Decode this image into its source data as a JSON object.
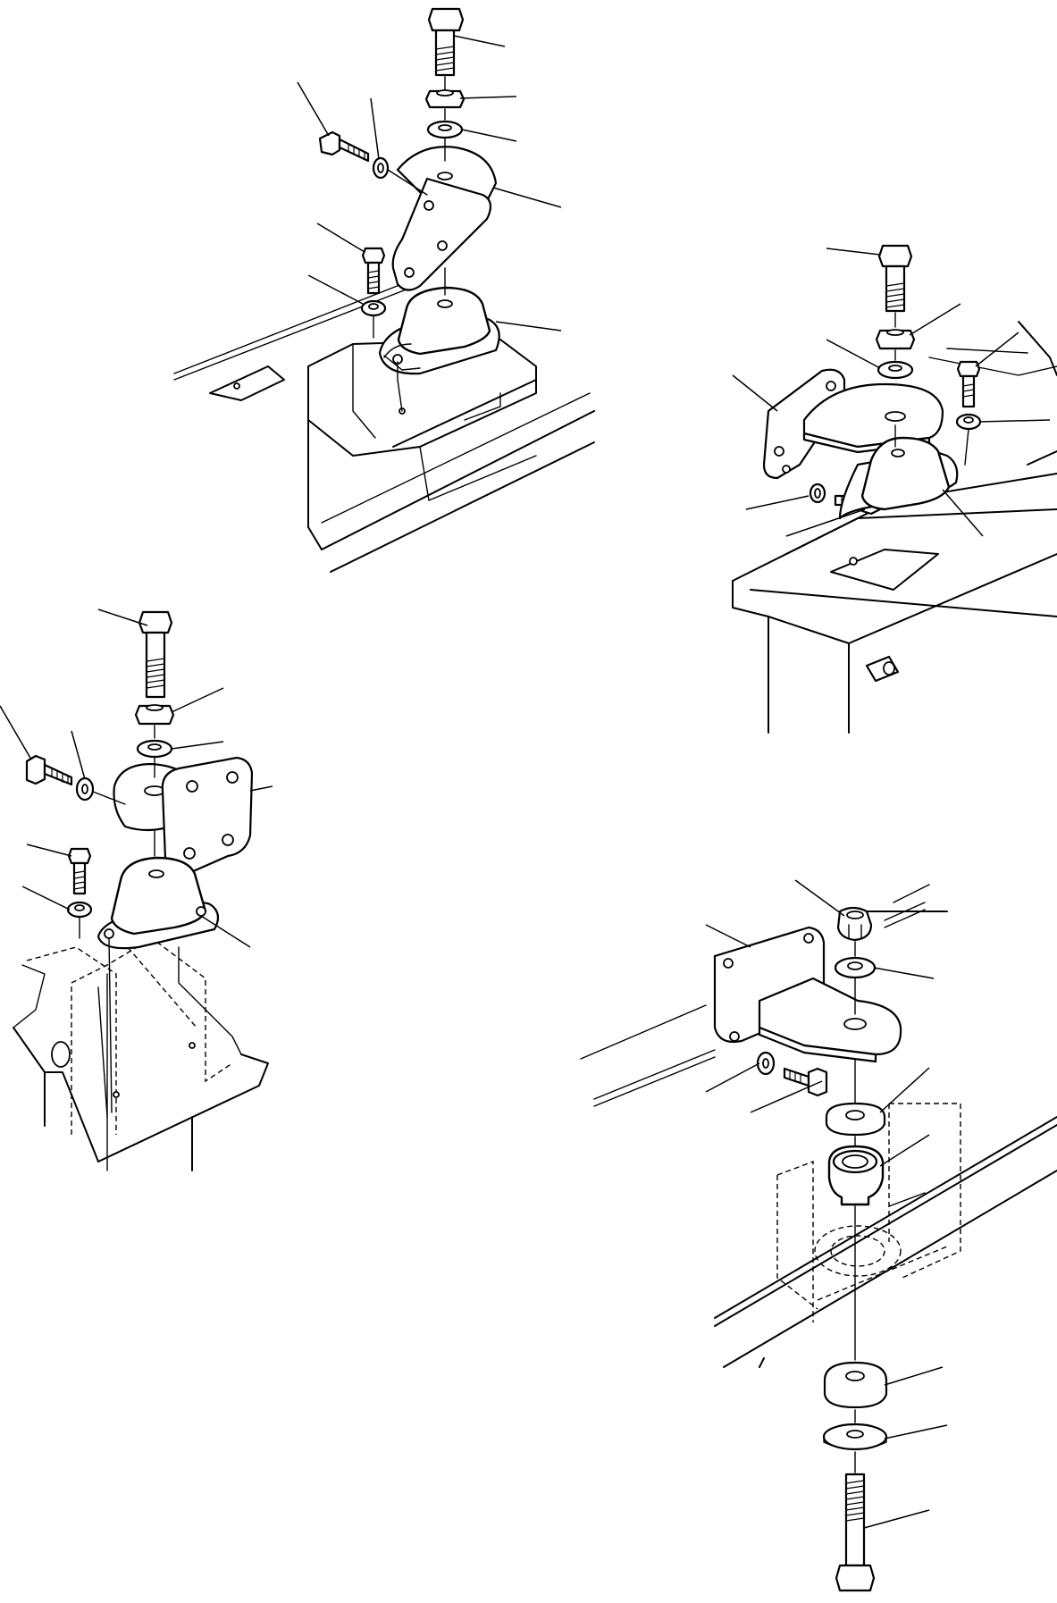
{
  "figure": {
    "views": [
      {
        "id": "top-center",
        "part_count": 6
      },
      {
        "id": "right-upper",
        "part_count": 7
      },
      {
        "id": "left-middle",
        "part_count": 7
      },
      {
        "id": "right-lower",
        "part_count": 9
      }
    ]
  }
}
